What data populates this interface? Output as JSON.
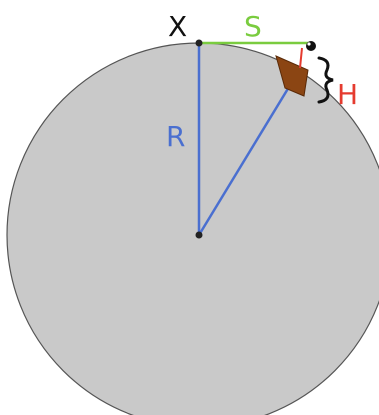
{
  "labels": {
    "x": "X",
    "s": "S",
    "r": "R",
    "h": "H"
  },
  "colors": {
    "circle_fill": "#c9c9c9",
    "circle_stroke": "#555555",
    "radius_lines": "#4a6fd0",
    "tangent_line": "#7acc3f",
    "height_label": "#e53b2f",
    "boat_hull": "#8b4513",
    "text_dark": "#111111",
    "point": "#222222"
  }
}
